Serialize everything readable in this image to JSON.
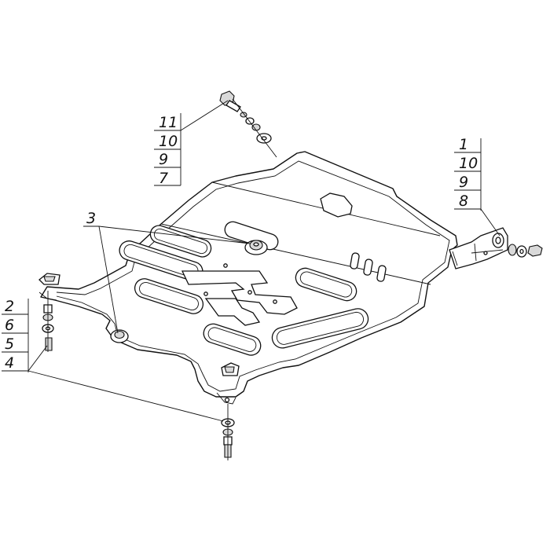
{
  "callouts": {
    "top_stack": [
      "11",
      "10",
      "9",
      "7"
    ],
    "right_stack": [
      "1",
      "10",
      "9",
      "8"
    ],
    "left_stack": [
      "2",
      "6",
      "5",
      "4"
    ],
    "plate_label": "3"
  },
  "colors": {
    "line": "#111111",
    "background": "#ffffff",
    "hardware": "#d9d9d9"
  }
}
